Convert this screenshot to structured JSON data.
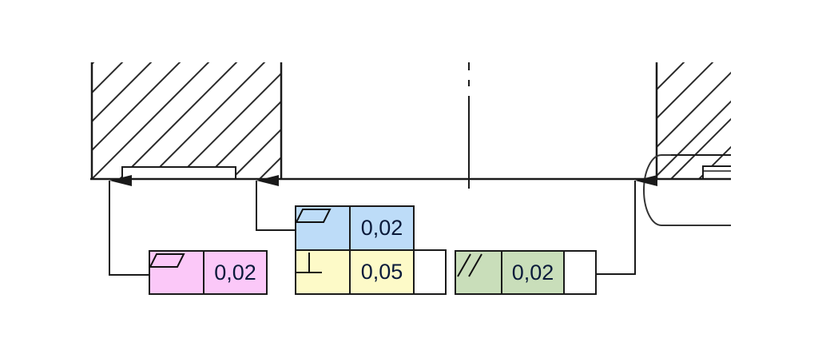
{
  "colors": {
    "pink": "#fbc8f8",
    "blue": "#bddcf8",
    "yellow": "#fdfac8",
    "green": "#c9deba",
    "line": "#1a1a1a",
    "hatch": "#2a2a2a"
  },
  "frames": {
    "flatness_left": {
      "symbol": "flatness-parallelogram",
      "tolerance": "0,02",
      "color": "pink"
    },
    "flatness_mid": {
      "symbol": "flatness-parallelogram",
      "tolerance": "0,02",
      "color": "blue"
    },
    "perpendicularity": {
      "symbol": "⊥",
      "tolerance": "0,05",
      "datum": "",
      "color": "yellow"
    },
    "parallelism": {
      "symbol": "//",
      "tolerance": "0,02",
      "datum": "",
      "color": "green"
    }
  }
}
